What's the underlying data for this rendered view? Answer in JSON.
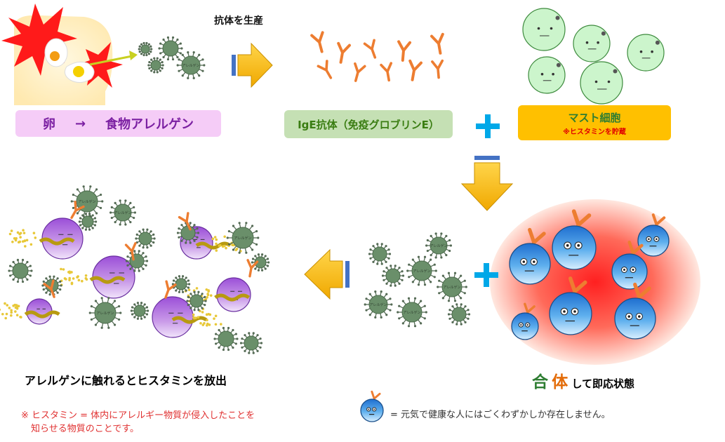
{
  "labels": {
    "egg": "卵",
    "arrow": "→",
    "food_allergen": "食物アレルゲン",
    "produce_antibody": "抗体を生産",
    "ige": "IgE抗体（免疫グロブリンE）",
    "mast_cell": "マスト細胞",
    "mast_note": "※ヒスタミンを貯蔵",
    "release": "アレルゲンに触れるとヒスタミンを放出",
    "combine_a": "合",
    "combine_b": "体",
    "combine_rest": " して即応状態",
    "footnote_line1": "※ ヒスタミン = 体内にアレルギー物質が侵入したことを",
    "footnote_line2": "知らせる物質のことです。",
    "healthy_note": "= 元気で健康な人にはごくわずかしか存在しません。",
    "virus_text": "アレルゲン",
    "plus": "+"
  },
  "colors": {
    "allergen": "#6a8f6a",
    "antibody": "#ed7d31",
    "mast": "#ccf5cc",
    "bound_mast": "#3a8fd8",
    "activated": "#b57fe0",
    "histamine": "#e8c838",
    "arrow_fill": "#ffc000",
    "plus": "#00a8e8",
    "burst": "#ff2020"
  }
}
